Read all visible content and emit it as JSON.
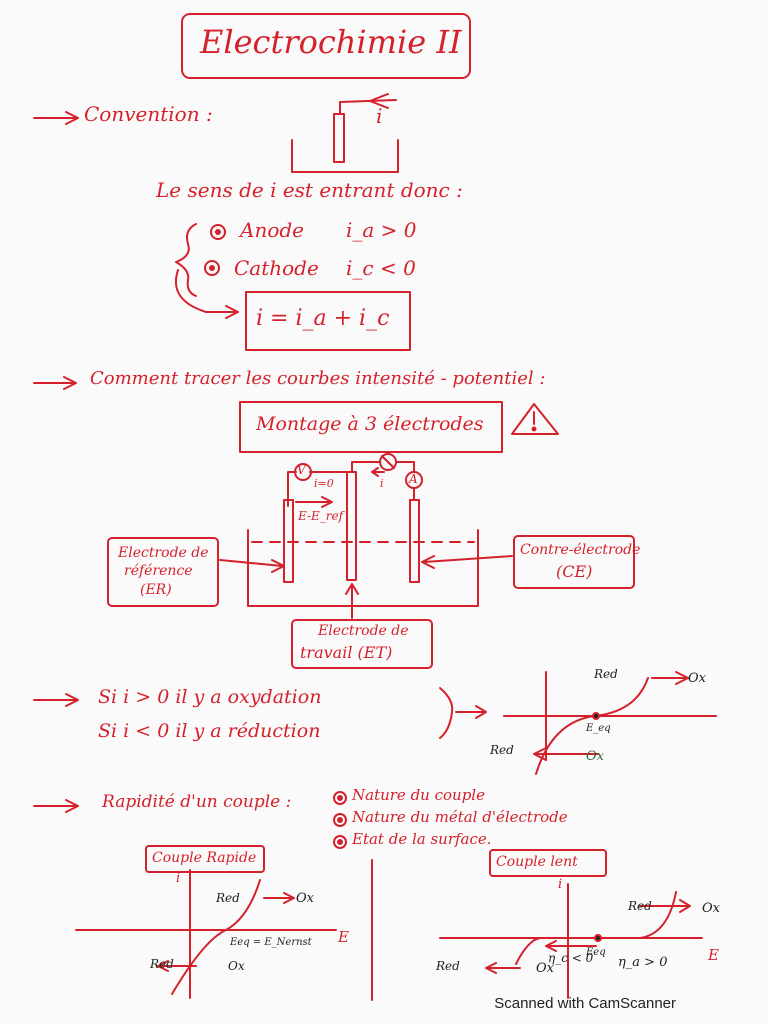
{
  "title": "Electrochimie II",
  "convention": {
    "heading": "Convention :",
    "i_label": "i",
    "sens": "Le sens de i est entrant donc :",
    "anode": "Anode",
    "anode_cond": "i_a > 0",
    "cathode": "Cathode",
    "cathode_cond": "i_c < 0",
    "total": "i = i_a + i_c"
  },
  "comment": {
    "heading": "Comment tracer les courbes intensité - potentiel :",
    "montage": "Montage à 3 électrodes",
    "v_label": "V",
    "a_label": "A",
    "i0_label": "i=0",
    "i_arrow": "i",
    "ee_label": "E-E_ref",
    "ref_electrode": [
      "Electrode de",
      "référence",
      "(ER)"
    ],
    "counter_electrode": [
      "Contre-électrode",
      "(CE)"
    ],
    "working_electrode": [
      "Electrode de",
      "travail (ET)"
    ]
  },
  "signs": {
    "line1": "Si i > 0  il y a oxydation",
    "line2": "Si i < 0  il y a réduction",
    "red_top": "Red",
    "ox_top": "Ox",
    "red_bottom": "Red",
    "ox_bottom": "Ox",
    "eq": "E_eq"
  },
  "rapidite": {
    "heading": "Rapidité d'un couple :",
    "items": [
      "Nature du couple",
      "Nature du métal d'électrode",
      "Etat de la surface."
    ]
  },
  "fast": {
    "title": "Couple Rapide",
    "i_label": "i",
    "red_top": "Red",
    "ox_top": "Ox",
    "eq": "Eeq = E_Nernst",
    "e_axis": "E",
    "red_bottom": "Red",
    "ox_bottom": "Ox"
  },
  "slow": {
    "title": "Couple lent",
    "i_label": "i",
    "red_top": "Red",
    "ox_top": "Ox",
    "eta_c": "η_c < 0",
    "eq": "Eeq",
    "eta_a": "η_a > 0",
    "e_axis": "E",
    "red_bottom": "Red",
    "ox_bottom": "Ox"
  },
  "footer": "Scanned with CamScanner",
  "colors": {
    "ink": "#d4212b",
    "green": "#2f6b3e"
  }
}
